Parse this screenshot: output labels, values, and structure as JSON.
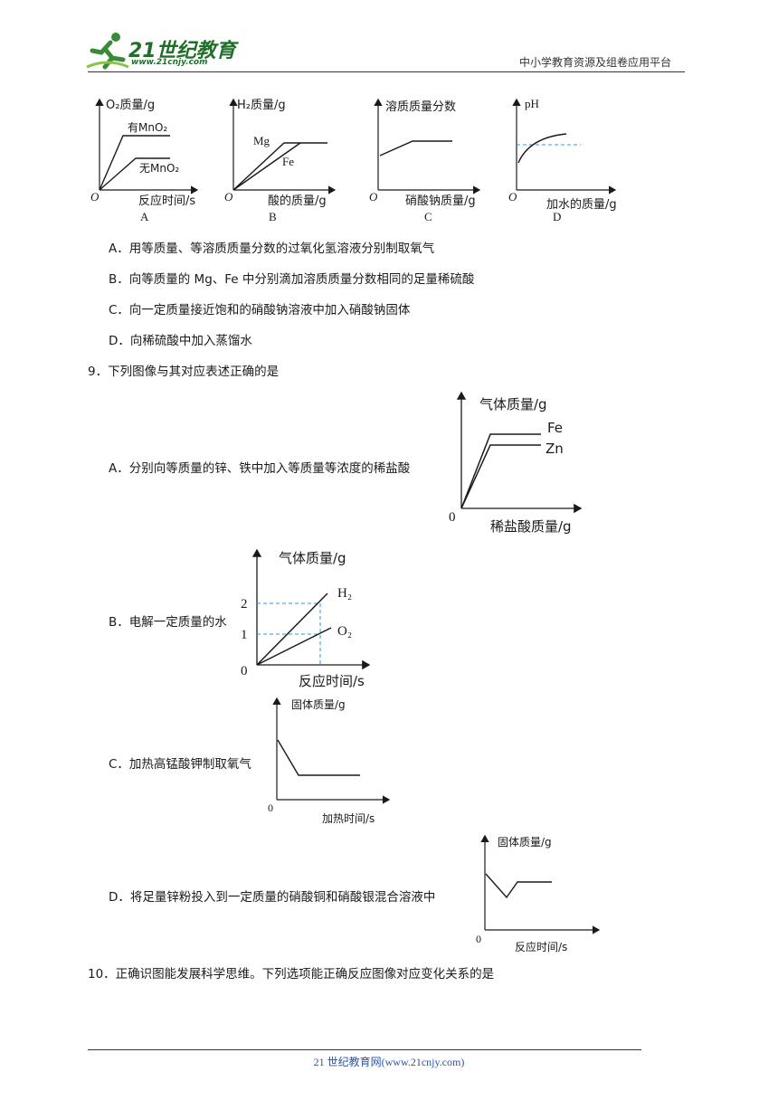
{
  "header": {
    "logo_text": "21世纪教育",
    "logo_url": "www.21cnjy.com",
    "right_text": "中小学教育资源及组卷应用平台"
  },
  "q8": {
    "graphs": [
      {
        "letter": "A",
        "ylabel": "O₂质量/g",
        "xlabel": "反应时间/s",
        "origin": "O",
        "curve1": "有MnO₂",
        "curve2": "无MnO₂"
      },
      {
        "letter": "B",
        "ylabel": "H₂质量/g",
        "xlabel": "酸的质量/g",
        "origin": "O",
        "curve1": "Mg",
        "curve2": "Fe"
      },
      {
        "letter": "C",
        "ylabel": "溶质质量分数",
        "xlabel": "硝酸钠质量/g",
        "origin": "O"
      },
      {
        "letter": "D",
        "ylabel": "pH",
        "xlabel": "加水的质量/g",
        "origin": "O"
      }
    ],
    "options": [
      "A．用等质量、等溶质质量分数的过氧化氢溶液分别制取氧气",
      "B．向等质量的 Mg、Fe 中分别滴加溶质质量分数相同的足量稀硫酸",
      "C．向一定质量接近饱和的硝酸钠溶液中加入硝酸钠固体",
      "D．向稀硫酸中加入蒸馏水"
    ]
  },
  "q9": {
    "stem": "9．下列图像与其对应表述正确的是",
    "options": [
      {
        "text": "A．分别向等质量的锌、铁中加入等质量等浓度的稀盐酸",
        "ylabel": "气体质量/g",
        "xlabel": "稀盐酸质量/g",
        "origin": "0",
        "curve1": "Fe",
        "curve2": "Zn"
      },
      {
        "text": "B．电解一定质量的水",
        "ylabel": "气体质量/g",
        "xlabel": "反应时间/s",
        "origin": "0",
        "tick2": "2",
        "tick1": "1",
        "curve1": "H₂",
        "curve2": "O₂"
      },
      {
        "text": "C．加热高锰酸钾制取氧气",
        "ylabel": "固体质量/g",
        "xlabel": "加热时间/s",
        "origin": "0"
      },
      {
        "text": "D．将足量锌粉投入到一定质量的硝酸铜和硝酸银混合溶液中",
        "ylabel": "固体质量/g",
        "xlabel": "反应时间/s",
        "origin": "0"
      }
    ]
  },
  "q10": {
    "stem": "10．正确识图能发展科学思维。下列选项能正确反应图像对应变化关系的是"
  },
  "footer": {
    "text": "21 世纪教育网(www.21cnjy.com)"
  }
}
